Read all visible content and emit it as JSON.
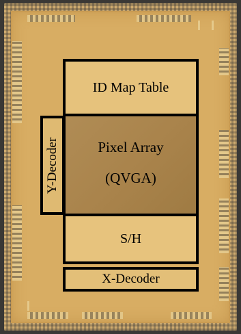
{
  "blocks": {
    "id_map": "ID Map Table",
    "pixel_array_line1": "Pixel Array",
    "pixel_array_line2": "(QVGA)",
    "y_decoder": "Y-Decoder",
    "sh": "S/H",
    "x_decoder": "X-Decoder"
  },
  "colors": {
    "die": "#d8ad63",
    "pixel_array": "#a9834b",
    "block_border": "#000000"
  }
}
